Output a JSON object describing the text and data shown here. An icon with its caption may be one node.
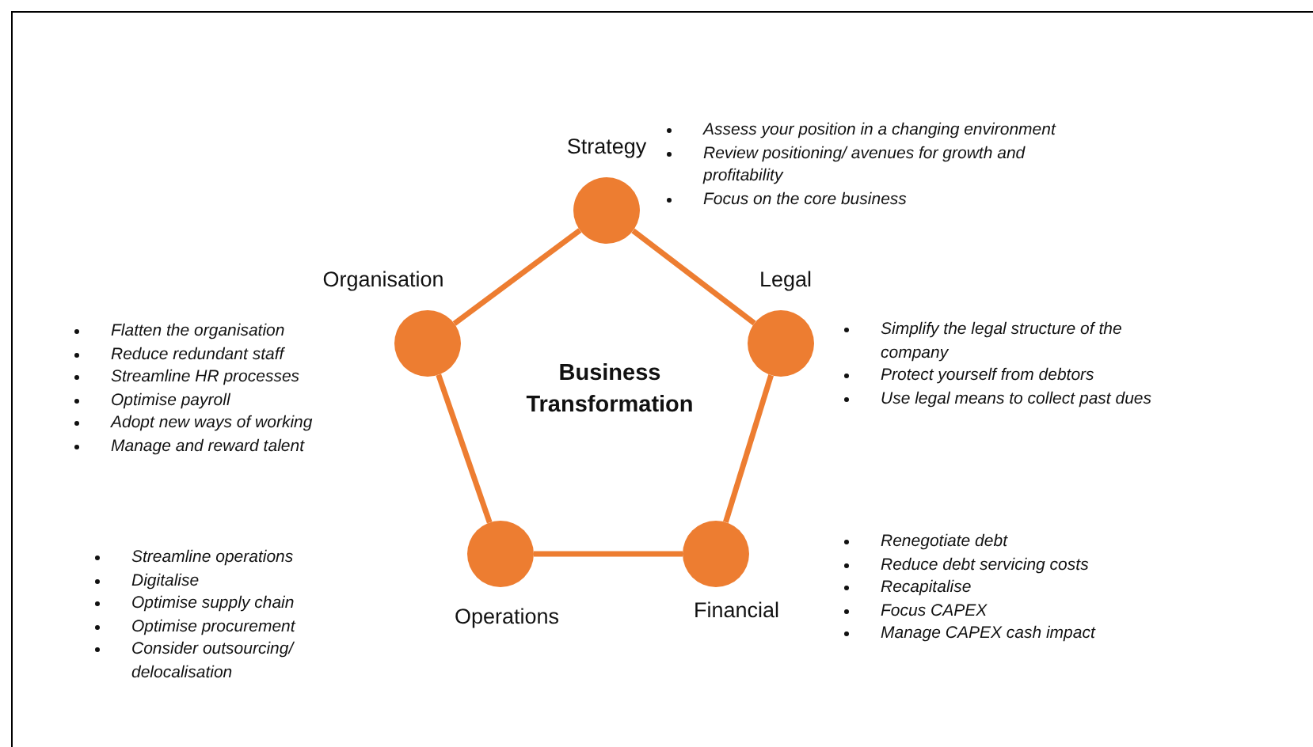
{
  "diagram": {
    "nodes": [
      {
        "text": [
          "Strategy"
        ],
        "beside": [
          "Assess your position in a changing environment",
          "Review positioning/ avenues for growth and profitability",
          "Focus on the core business"
        ]
      },
      {
        "text": [
          "Legal"
        ],
        "beside": [
          "Simplify the legal structure of the company",
          "Protect yourself from debtors",
          "Use legal means to collect past dues"
        ]
      },
      {
        "text": [
          "Financial"
        ],
        "beside": [
          "Renegotiate debt",
          "Reduce debt servicing costs",
          "Recapitalise",
          "Focus CAPEX",
          "Manage CAPEX cash impact"
        ]
      },
      {
        "text": [
          "Operations"
        ],
        "beside": [
          "Streamline operations",
          "Digitalise",
          "Optimise supply chain",
          "Optimise procurement",
          "Consider outsourcing/ delocalisation"
        ]
      },
      {
        "text": [
          "Organisation"
        ],
        "beside": [
          "Flatten the organisation",
          "Reduce redundant staff",
          "Streamline HR processes",
          "Optimise payroll",
          "Adopt new ways of working",
          "Manage and reward talent"
        ]
      }
    ],
    "edges": [
      {
        "from": 0,
        "to": 1,
        "arrow": "none"
      },
      {
        "from": 1,
        "to": 2,
        "arrow": "none"
      },
      {
        "from": 2,
        "to": 3,
        "arrow": "none"
      },
      {
        "from": 3,
        "to": 4,
        "arrow": "none"
      },
      {
        "from": 4,
        "to": 0,
        "arrow": "none"
      }
    ],
    "labels": [
      "Business Transformation"
    ]
  }
}
